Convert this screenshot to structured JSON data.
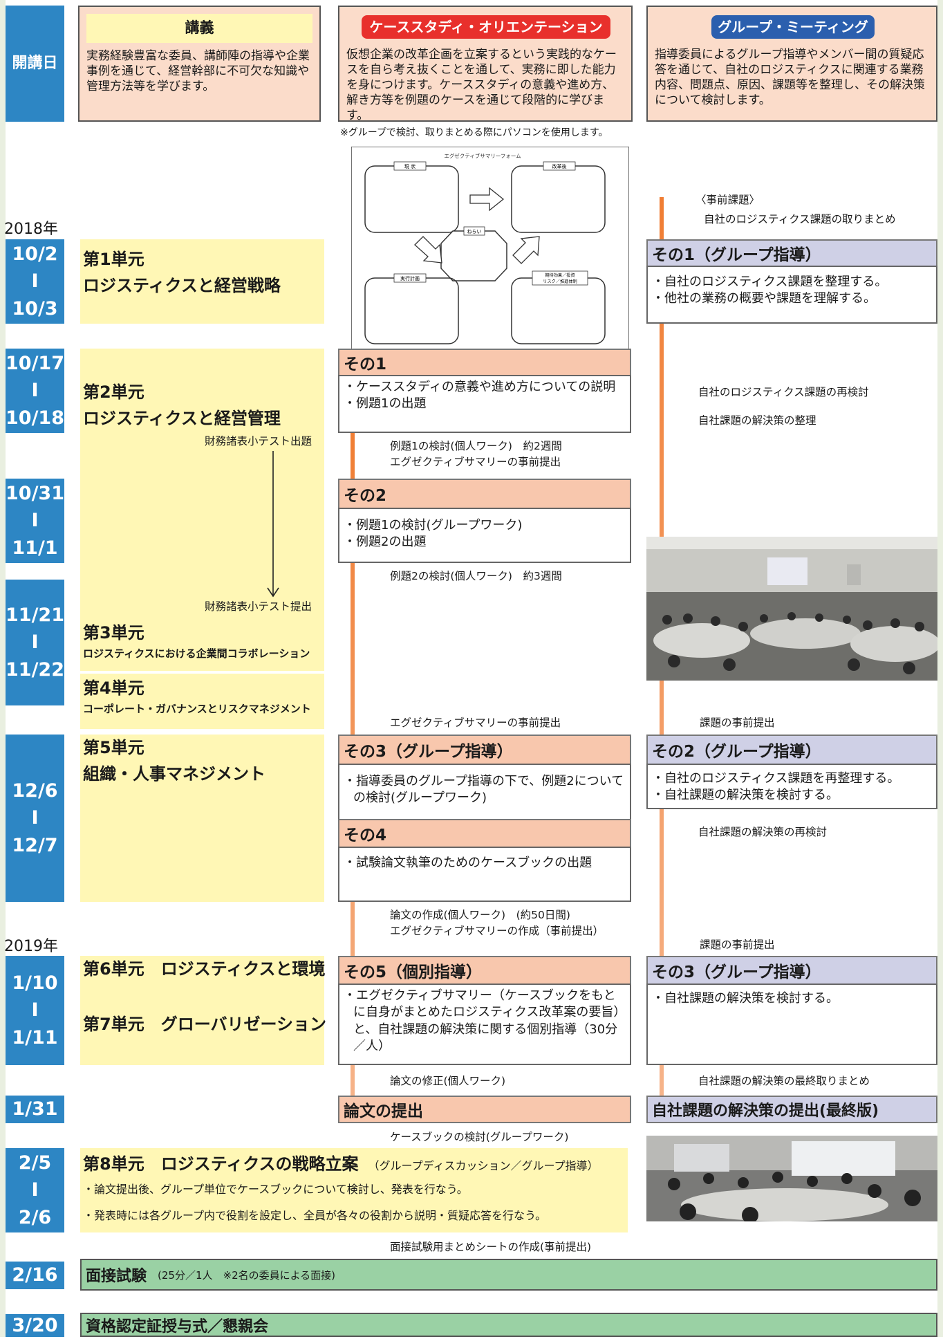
{
  "header": {
    "open_day": "開講日",
    "lecture": {
      "title": "講義",
      "desc": "実務経験豊富な委員、講師陣の指導や企業事例を通じて、経営幹部に不可欠な知識や管理方法等を学びます。"
    },
    "case": {
      "title": "ケーススタディ・オリエンテーション",
      "desc": "仮想企業の改革企画を立案するという実践的なケースを自ら考え抜くことを通して、実務に即した能力を身につけます。ケーススタディの意義や進め方、解き方等を例題のケースを通じて段階的に学びます。"
    },
    "group": {
      "title": "グループ・ミーティング",
      "desc": "指導委員によるグループ指導やメンバー間の質疑応答を通じて、自社のロジスティクスに関連する業務内容、問題点、原因、課題等を整理し、その解決策について検討します。"
    },
    "pc_note": "※グループで検討、取りまとめる際にパソコンを使用します。"
  },
  "diagram": {
    "form_title": "エグゼクティブサマリーフォーム",
    "box1": "現 状",
    "box2": "改革後",
    "center": "ねらい",
    "box3": "実行計画",
    "box4_line1": "期待効果／投資",
    "box4_line2": "リスク／推進体制"
  },
  "years": {
    "y2018": "2018年",
    "y2019": "2019年"
  },
  "dates": {
    "d1": [
      "10/2",
      "I",
      "10/3"
    ],
    "d2": [
      "10/17",
      "I",
      "10/18"
    ],
    "d3": [
      "10/31",
      "I",
      "11/1"
    ],
    "d4": [
      "11/21",
      "I",
      "11/22"
    ],
    "d5": [
      "12/6",
      "I",
      "12/7"
    ],
    "d6": [
      "1/10",
      "I",
      "1/11"
    ],
    "d7": "1/31",
    "d8": [
      "2/5",
      "I",
      "2/6"
    ],
    "d9": "2/16",
    "d10": "3/20"
  },
  "lectures": {
    "u1_title": "第1単元",
    "u1_name": "ロジスティクスと経営戦略",
    "u2_title": "第2単元",
    "u2_name": "ロジスティクスと経営管理",
    "fin_test_given": "財務諸表小テスト出題",
    "fin_test_submit": "財務諸表小テスト提出",
    "u3_title": "第3単元",
    "u3_name": "ロジスティクスにおける企業間コラボレーション",
    "u4_title": "第4単元",
    "u4_name": "コーポレート・ガバナンスとリスクマネジメント",
    "u5_title": "第5単元",
    "u5_name": "組織・人事マネジメント",
    "u6": "第6単元　ロジスティクスと環境",
    "u7": "第7単元　グローバリゼーション",
    "u8": "第8単元　ロジスティクスの戦略立案",
    "u8_sub": "（グループディスカッション／グループ指導）",
    "u8_b1": "・論文提出後、グループ単位でケースブックについて検討し、発表を行なう。",
    "u8_b2": "・発表時には各グループ内で役割を設定し、全員が各々の役割から説明・質疑応答を行なう。"
  },
  "case": {
    "s1_head": "その1",
    "s1_items": [
      "・ケーススタディの意義や進め方についての説明",
      "・例題1の出題"
    ],
    "note1a": "例題1の検討(個人ワーク)　約2週間",
    "note1b": "エグゼクティブサマリーの事前提出",
    "s2_head": "その2",
    "s2_items": [
      "・例題1の検討(グループワーク)",
      "・例題2の出題"
    ],
    "note2": "例題2の検討(個人ワーク)　約3週間",
    "note3": "エグゼクティブサマリーの事前提出",
    "s3_head": "その3（グループ指導）",
    "s3_items": [
      "・指導委員のグループ指導の下で、例題2についての検討(グループワーク)"
    ],
    "s4_head": "その4",
    "s4_items": [
      "・試験論文執筆のためのケースブックの出題"
    ],
    "note4a": "論文の作成(個人ワーク)　(約50日間)",
    "note4b": "エグゼクティブサマリーの作成（事前提出）",
    "s5_head": "その5（個別指導）",
    "s5_items": [
      "・エグゼクティブサマリー（ケースブックをもとに自身がまとめたロジスティクス改革案の要旨）と、自社課題の解決策に関する個別指導（30分／人）"
    ],
    "note5": "論文の修正(個人ワーク)",
    "submit": "論文の提出",
    "note6": "ケースブックの検討(グループワーク)",
    "note7": "面接試験用まとめシートの作成(事前提出)"
  },
  "group": {
    "pre1": "〈事前課題〉",
    "pre2": "自社のロジスティクス課題の取りまとめ",
    "g1_head": "その1（グループ指導）",
    "g1_items": [
      "・自社のロジスティクス課題を整理する。",
      "・他社の業務の概要や課題を理解する。"
    ],
    "n1": "自社のロジスティクス課題の再検討",
    "n2": "自社課題の解決策の整理",
    "n3": "課題の事前提出",
    "g2_head": "その2（グループ指導）",
    "g2_items": [
      "・自社のロジスティクス課題を再整理する。",
      "・自社課題の解決策を検討する。"
    ],
    "n4": "自社課題の解決策の再検討",
    "n5": "課題の事前提出",
    "g3_head": "その3（グループ指導）",
    "g3_items": [
      "・自社課題の解決策を検討する。"
    ],
    "n6": "自社課題の解決策の最終取りまとめ",
    "submit": "自社課題の解決策の提出(最終版)"
  },
  "bottom": {
    "interview": "面接試験",
    "interview_note": "(25分／1人　※2名の委員による面接)",
    "ceremony": "資格認定証授与式／懇親会"
  },
  "colors": {
    "date_blue": "#2d86c4",
    "lecture_yellow": "#fff7b5",
    "case_salmon": "#f8c7ad",
    "group_purple": "#cfd0e6",
    "green": "#9ad1a4",
    "orange_line": "#f29a58"
  }
}
